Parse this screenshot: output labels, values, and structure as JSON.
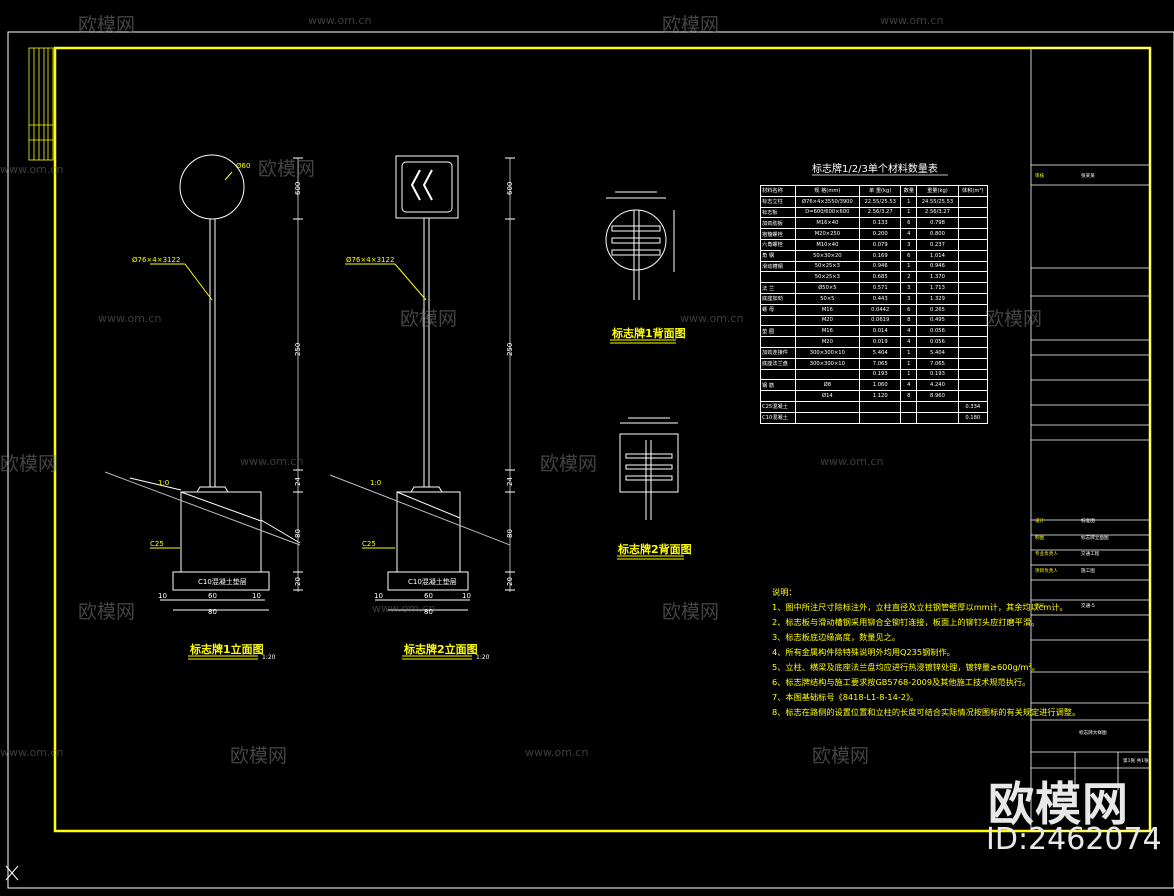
{
  "watermark": {
    "brand": "欧模网",
    "url": "www.om.cn",
    "id": "ID:2462074"
  },
  "views": {
    "sign1_title": "标志牌1立面图",
    "sign2_title": "标志牌2立面图",
    "scale": "1:20",
    "plate1_title": "标志牌1背面图",
    "plate2_title": "标志牌2背面图",
    "pole_label": "Ø76×4×3122",
    "concrete_label": "C25",
    "base_label": "C10混凝土垫层",
    "slope_label": "1:0",
    "dims_vertical": [
      "600",
      "250",
      "24",
      "80",
      "20"
    ],
    "dims_bottom": [
      "10",
      "60",
      "10",
      "80"
    ],
    "dim_plate": "Ø60"
  },
  "table": {
    "title": "标志牌1/2/3单个材料数量表",
    "headers": [
      "材料名称",
      "规 格(mm)",
      "单 重(kg)",
      "数量",
      "重量(kg)",
      "体积(m³)"
    ],
    "rows": [
      [
        "标志立柱",
        "Ø76×4×3550/3900",
        "22.55/25.53",
        "1",
        "24.55/25.53",
        ""
      ],
      [
        "标志板",
        "D=600/600×600",
        "2.56/3.27",
        "1",
        "2.56/3.27",
        ""
      ],
      [
        "加劲肋板",
        "M16×40",
        "0.133",
        "6",
        "0.798",
        ""
      ],
      [
        "抱箍螺栓",
        "M20×250",
        "0.200",
        "4",
        "0.800",
        ""
      ],
      [
        "六角螺栓",
        "M10×40",
        "0.079",
        "3",
        "0.237",
        ""
      ],
      [
        "角 钢",
        "50×30×20",
        "0.169",
        "6",
        "1.014",
        ""
      ],
      [
        "滑动槽钢",
        "50×25×3",
        "0.946",
        "1",
        "0.946",
        ""
      ],
      [
        "",
        "50×25×3",
        "0.685",
        "2",
        "1.370",
        ""
      ],
      [
        "法 兰",
        "Ø50×5",
        "0.571",
        "3",
        "1.713",
        ""
      ],
      [
        "底座加劲",
        "50×5",
        "0.443",
        "3",
        "1.329",
        ""
      ],
      [
        "螺 母",
        "M16",
        "0.0442",
        "6",
        "0.265",
        ""
      ],
      [
        "",
        "M20",
        "0.0619",
        "8",
        "0.495",
        ""
      ],
      [
        "垫 圈",
        "M16",
        "0.014",
        "4",
        "0.056",
        ""
      ],
      [
        "",
        "M20",
        "0.019",
        "4",
        "0.056",
        ""
      ],
      [
        "加劲连接件",
        "300×300×10",
        "5.404",
        "1",
        "5.404",
        ""
      ],
      [
        "底座法兰盘",
        "300×300×10",
        "7.065",
        "1",
        "7.065",
        ""
      ],
      [
        "",
        "",
        "0.193",
        "1",
        "0.193",
        ""
      ],
      [
        "钢 筋",
        "Ø8",
        "1.060",
        "4",
        "4.240",
        ""
      ],
      [
        "",
        "Ø14",
        "1.120",
        "8",
        "8.960",
        ""
      ],
      [
        "C25混凝土",
        "",
        "",
        "",
        "",
        "0.334"
      ],
      [
        "C10混凝土",
        "",
        "",
        "",
        "",
        "0.180"
      ]
    ]
  },
  "notes": {
    "title": "说明：",
    "items": [
      "1、图中所注尺寸除标注外，立柱直径及立柱钢管壁厚以mm计，其余均以cm计。",
      "2、标志板与滑动槽钢采用铆合全铆钉连接，板面上的铆钉头应打磨平滑。",
      "3、标志板底边缘高度，数量见之。",
      "4、所有金属构件除特殊说明外均用Q235钢制作。",
      "5、立柱、横梁及底座法兰盘均应进行热浸镀锌处理，镀锌量≥600g/m²。",
      "6、标志牌结构与施工要求按GB5768-2009及其他施工技术规范执行。",
      "7、本图基础标号《8418-L1-8-14-2》。",
      "8、标志在路侧的设置位置和立柱的长度可结合实际情况按图标的有关规定进行调整。"
    ]
  },
  "title_block": {
    "rows": [
      {
        "k": "审核",
        "v": "张某某"
      },
      {
        "k": "设计",
        "v": "标准图"
      },
      {
        "k": "制图",
        "v": "标志牌立面图"
      },
      {
        "k": "专业负责人",
        "v": "交通工程"
      },
      {
        "k": "项目负责人",
        "v": "施工图"
      },
      {
        "k": "图号",
        "v": "交通-5"
      }
    ],
    "drawing_name": "标志牌大样图",
    "sheet": "第1张 共1张"
  },
  "colors": {
    "frame": "#ffff00",
    "line": "#ffffff",
    "watermark": "#7a7a7a"
  }
}
